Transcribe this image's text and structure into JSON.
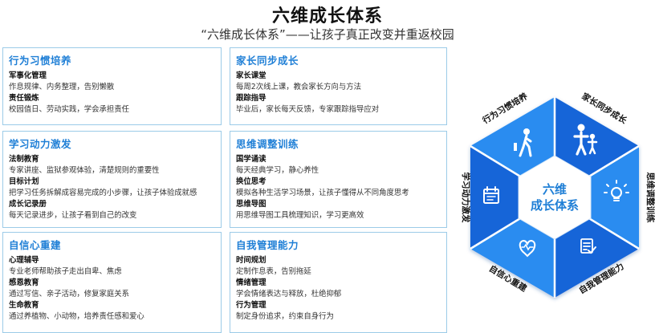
{
  "header": {
    "title": "六维成长体系",
    "subtitle": "“六维成长体系”——让孩子真正改变并重返校园"
  },
  "cards": [
    {
      "title": "行为习惯培养",
      "items": [
        {
          "head": "军事化管理",
          "text": "作息规律、内务整理，告别懒散"
        },
        {
          "head": "责任锻炼",
          "text": "校园值日、劳动实践，学会承担责任"
        }
      ]
    },
    {
      "title": "家长同步成长",
      "items": [
        {
          "head": "家长课堂",
          "text": "每周2次线上课，教会家长方向与方法"
        },
        {
          "head": "跟踪指导",
          "text": "毕业后，家长每天反馈，专家跟踪指导应对"
        }
      ]
    },
    {
      "title": "学习动力激发",
      "items": [
        {
          "head": "法制教育",
          "text": "专家讲座、监狱参观体验，清楚规则的重要性"
        },
        {
          "head": "目标计划",
          "text": "把学习任务拆解成容易完成的小步骤，让孩子体验成就感"
        },
        {
          "head": "成长记录册",
          "text": "每天记录进步，让孩子看到自己的改变"
        }
      ]
    },
    {
      "title": "思维调整训练",
      "items": [
        {
          "head": "国学诵读",
          "text": "每天经典学习，静心养性"
        },
        {
          "head": "换位思考",
          "text": "模拟各种生活学习场景，让孩子懂得从不同角度思考"
        },
        {
          "head": "思维导图",
          "text": "用思维导图工具梳理知识，学习更高效"
        }
      ]
    },
    {
      "title": "自信心重建",
      "items": [
        {
          "head": "心理辅导",
          "text": "专业老师帮助孩子走出自卑、焦虑"
        },
        {
          "head": "感恩教育",
          "text": "通过写信、亲子活动，修复家庭关系"
        },
        {
          "head": "生命教育",
          "text": "通过养植物、小动物，培养责任感和爱心"
        }
      ]
    },
    {
      "title": "自我管理能力",
      "items": [
        {
          "head": "时间规划",
          "text": "定制作息表，告别拖延"
        },
        {
          "head": "情绪管理",
          "text": "学会情绪表达与释放，杜绝抑郁"
        },
        {
          "head": "行为管理",
          "text": "制定身份追求，约束自身行为"
        }
      ]
    }
  ],
  "hexagon": {
    "center_line1": "六维",
    "center_line2": "成长体系",
    "segments": [
      {
        "label": "行为习惯培养",
        "icon": "person-walking-icon",
        "color": "#2a8cf0"
      },
      {
        "label": "家长同步成长",
        "icon": "parent-child-icon",
        "color": "#1565d8"
      },
      {
        "label": "思维调整训练",
        "icon": "lightbulb-icon",
        "color": "#2a8cf0"
      },
      {
        "label": "自我管理能力",
        "icon": "checklist-icon",
        "color": "#1565d8"
      },
      {
        "label": "自信心重建",
        "icon": "heart-icon",
        "color": "#2a8cf0"
      },
      {
        "label": "学习动力激发",
        "icon": "calendar-icon",
        "color": "#1565d8"
      }
    ]
  }
}
